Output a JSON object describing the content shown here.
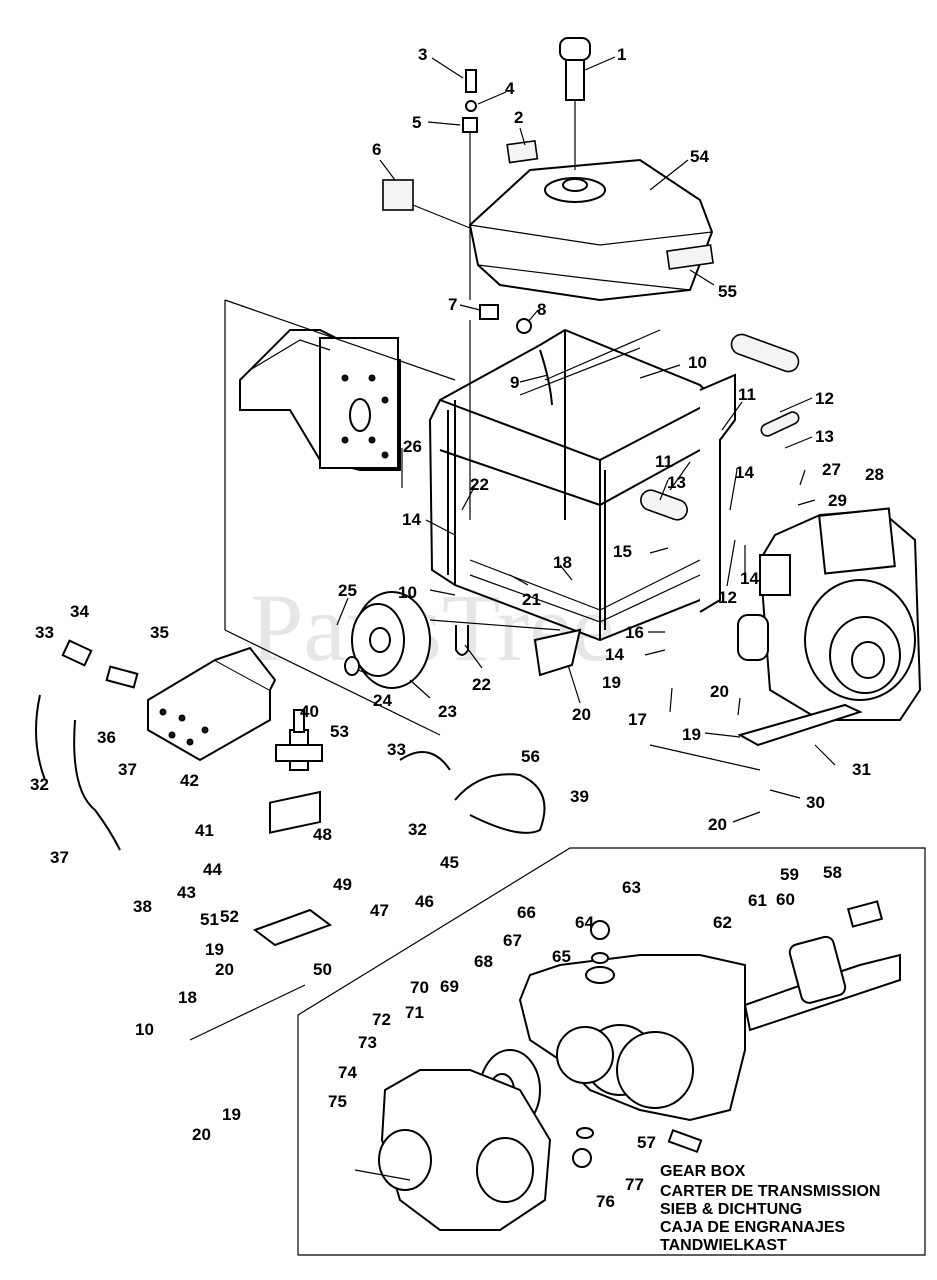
{
  "watermark": "PartsTree",
  "gearbox_titles": [
    "GEAR BOX",
    "CARTER DE TRANSMISSION",
    "SIEB & DICHTUNG",
    "CAJA DE ENGRANAJES",
    "TANDWIELKAST"
  ],
  "callouts": {
    "c1": "1",
    "c2": "2",
    "c3": "3",
    "c4": "4",
    "c5": "5",
    "c6": "6",
    "c7": "7",
    "c8": "8",
    "c9": "9",
    "c10a": "10",
    "c10b": "10",
    "c10c": "10",
    "c11a": "11",
    "c11b": "11",
    "c12a": "12",
    "c12b": "12",
    "c13a": "13",
    "c13b": "13",
    "c14a": "14",
    "c14b": "14",
    "c14c": "14",
    "c14d": "14",
    "c15": "15",
    "c16": "16",
    "c17": "17",
    "c18a": "18",
    "c18b": "18",
    "c19a": "19",
    "c19b": "19",
    "c19c": "19",
    "c19d": "19",
    "c20a": "20",
    "c20b": "20",
    "c20c": "20",
    "c20d": "20",
    "c20e": "20",
    "c21": "21",
    "c22a": "22",
    "c22b": "22",
    "c23": "23",
    "c24": "24",
    "c25": "25",
    "c26": "26",
    "c27": "27",
    "c28": "28",
    "c29": "29",
    "c30": "30",
    "c31": "31",
    "c32a": "32",
    "c32b": "32",
    "c33a": "33",
    "c33b": "33",
    "c34": "34",
    "c35": "35",
    "c36": "36",
    "c37a": "37",
    "c37b": "37",
    "c38": "38",
    "c39": "39",
    "c40": "40",
    "c41": "41",
    "c42": "42",
    "c43": "43",
    "c44": "44",
    "c45": "45",
    "c46": "46",
    "c47": "47",
    "c48": "48",
    "c49": "49",
    "c50": "50",
    "c51": "51",
    "c52": "52",
    "c53": "53",
    "c54": "54",
    "c55": "55",
    "c56": "56",
    "c57": "57",
    "c58": "58",
    "c59": "59",
    "c60": "60",
    "c61": "61",
    "c62": "62",
    "c63": "63",
    "c64": "64",
    "c65": "65",
    "c66": "66",
    "c67": "67",
    "c68": "68",
    "c69": "69",
    "c70": "70",
    "c71": "71",
    "c72": "72",
    "c73": "73",
    "c74": "74",
    "c75": "75",
    "c76": "76",
    "c77": "77"
  }
}
